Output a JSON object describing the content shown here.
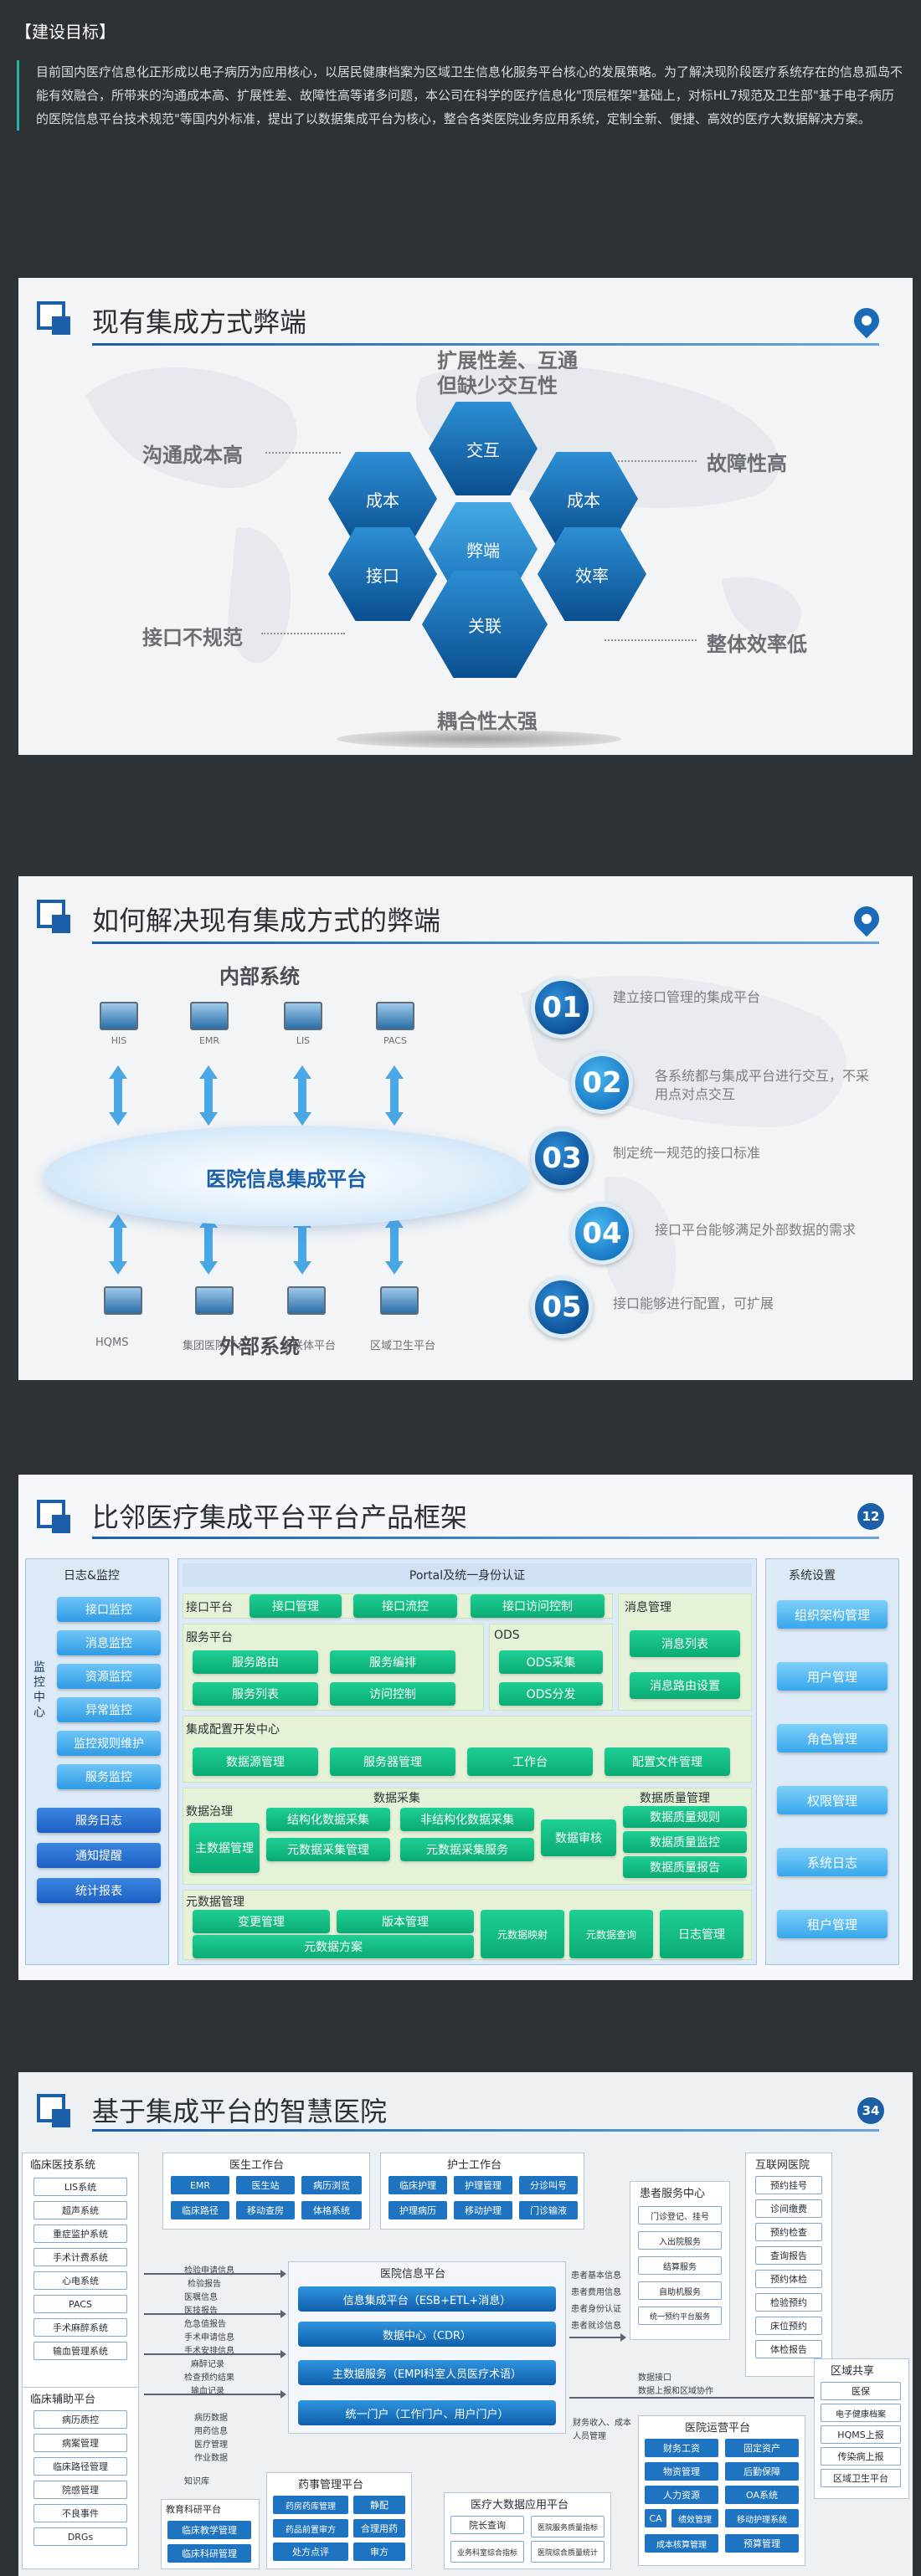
{
  "header": {
    "title": "【建设目标】",
    "intro": "目前国内医疗信息化正形成以电子病历为应用核心，以居民健康档案为区域卫生信息化服务平台核心的发展策略。为了解决现阶段医疗系统存在的信息孤岛不能有效融合，所带来的沟通成本高、扩展性差、故障性高等诸多问题，本公司在科学的医疗信息化\"顶层框架\"基础上，对标HL7规范及卫生部\"基于电子病历的医院信息平台技术规范\"等国内外标准，提出了以数据集成平台为核心，整合各类医院业务应用系统，定制全新、便捷、高效的医疗大数据解决方案。"
  },
  "slide1": {
    "title": "现有集成方式弊端",
    "labels": {
      "top": "扩展性差、互通但缺少交互性",
      "left_top": "沟通成本高",
      "right_top": "故障性高",
      "left_bottom": "接口不规范",
      "right_bottom": "整体效率低",
      "bottom": "耦合性太强"
    },
    "hexes": {
      "top": "交互",
      "left_top": "成本",
      "right_top": "成本",
      "center": "弊端",
      "left_bottom": "接口",
      "right_bottom": "效率",
      "bottom": "关联"
    }
  },
  "slide2": {
    "title": "如何解决现有集成方式的弊端",
    "internal_label": "内部系统",
    "external_label": "外部系统",
    "platform": "医院信息集成平台",
    "internal_systems": [
      "HIS",
      "EMR",
      "LIS",
      "PACS"
    ],
    "external_systems": [
      "HQMS",
      "集团医院平台",
      "医联体平台",
      "区域卫生平台"
    ],
    "steps": [
      {
        "num": "01",
        "text": "建立接口管理的集成平台"
      },
      {
        "num": "02",
        "text": "各系统都与集成平台进行交互，不采用点对点交互"
      },
      {
        "num": "03",
        "text": "制定统一规范的接口标准"
      },
      {
        "num": "04",
        "text": "接口平台能够满足外部数据的需求"
      },
      {
        "num": "05",
        "text": "接口能够进行配置，可扩展"
      }
    ]
  },
  "slide3": {
    "title": "比邻医疗集成平台平台产品框架",
    "page": "12",
    "left_panel": {
      "title": "日志&监控",
      "vertical": "监控中心",
      "items": [
        "接口监控",
        "消息监控",
        "资源监控",
        "异常监控",
        "监控规则维护",
        "服务监控"
      ],
      "logs": [
        "服务日志",
        "通知提醒",
        "统计报表"
      ]
    },
    "portal": "Portal及统一身份认证",
    "interface_platform": {
      "title": "接口平台",
      "items": [
        "接口管理",
        "接口流控",
        "接口访问控制"
      ]
    },
    "message_mgmt": {
      "title": "消息管理",
      "items": [
        "消息列表",
        "消息路由设置"
      ]
    },
    "service_platform": {
      "title": "服务平台",
      "items": [
        "服务路由",
        "服务编排",
        "服务列表",
        "访问控制"
      ]
    },
    "ods": {
      "title": "ODS",
      "items": [
        "ODS采集",
        "ODS分发"
      ]
    },
    "integration_dev": {
      "title": "集成配置开发中心",
      "items": [
        "数据源管理",
        "服务器管理",
        "工作台",
        "配置文件管理"
      ]
    },
    "data_collection": "数据采集",
    "data_governance": {
      "title": "数据治理",
      "main": "主数据管理",
      "items": [
        "结构化数据采集",
        "非结构化数据采集",
        "元数据采集管理",
        "元数据采集服务"
      ],
      "audit": "数据审核"
    },
    "data_quality": {
      "title": "数据质量管理",
      "items": [
        "数据质量规则",
        "数据质量监控",
        "数据质量报告"
      ]
    },
    "metadata": {
      "title": "元数据管理",
      "items": [
        "变更管理",
        "版本管理",
        "元数据方案",
        "元数据映射",
        "元数据查询",
        "日志管理"
      ]
    },
    "settings": {
      "title": "系统设置",
      "items": [
        "组织架构管理",
        "用户管理",
        "角色管理",
        "权限管理",
        "系统日志",
        "租户管理"
      ]
    }
  },
  "slide4": {
    "title": "基于集成平台的智慧医院",
    "page": "34",
    "clinical": {
      "title": "临床医技系统",
      "items": [
        "LIS系统",
        "超声系统",
        "重症监护系统",
        "手术计费系统",
        "心电系统",
        "PACS",
        "手术麻醉系统",
        "输血管理系统"
      ]
    },
    "clinical_aux": {
      "title": "临床辅助平台",
      "items": [
        "病历质控",
        "病案管理",
        "临床路径管理",
        "院感管理",
        "不良事件",
        "DRGs"
      ]
    },
    "doctor": {
      "title": "医生工作台",
      "items": [
        "EMR",
        "医生站",
        "病历浏览",
        "临床路径",
        "移动查房",
        "体格系统"
      ]
    },
    "nurse": {
      "title": "护士工作台",
      "items": [
        "临床护理",
        "护理管理",
        "分诊叫号",
        "护理病历",
        "移动护理",
        "门诊输液"
      ]
    },
    "patient": {
      "title": "患者服务中心",
      "items": [
        "门诊登记、挂号",
        "入出院服务",
        "结算服务",
        "自助机服务",
        "统一预约平台服务"
      ]
    },
    "internet": {
      "title": "互联网医院",
      "items": [
        "预约挂号",
        "诊间缴费",
        "预约检查",
        "查询报告",
        "预约体检",
        "检验预约",
        "床位预约",
        "体检报告"
      ]
    },
    "platform": {
      "title": "医院信息平台",
      "items": [
        "信息集成平台（ESB+ETL+消息）",
        "数据中心（CDR）",
        "主数据服务（EMPI科室人员医疗术语）",
        "统一门户（工作门户、用户门户）"
      ]
    },
    "region": {
      "title": "区域共享",
      "items": [
        "医保",
        "电子健康档案",
        "HQMS上报",
        "传染病上报",
        "区域卫生平台"
      ]
    },
    "operation": {
      "title": "医院运营平台",
      "items": [
        "财务工资",
        "固定资产",
        "物资管理",
        "后勤保障",
        "人力资源",
        "OA系统",
        "CA",
        "绩效管理",
        "移动护理系统",
        "成本核算管理",
        "预算管理"
      ]
    },
    "drug": {
      "title": "药事管理平台",
      "items": [
        "药房药库管理",
        "静配",
        "药品前置审方",
        "合理用药",
        "处方点评",
        "审方"
      ]
    },
    "edu": {
      "title": "教育科研平台",
      "items": [
        "临床教学管理",
        "临床科研管理"
      ]
    },
    "big_data": {
      "title": "医疗大数据应用平台",
      "items": [
        "院长查询",
        "医院服务质量指标",
        "业务科室综合指标",
        "医院综合质量统计"
      ]
    },
    "flows_left": [
      "检验申请信息",
      "检验报告",
      "医嘱信息",
      "医技报告",
      "危急值报告",
      "手术申请信息",
      "手术安排信息",
      "麻醉记录",
      "检查预约结果",
      "输血记录"
    ],
    "flows_mid": [
      "病历数据",
      "用药信息",
      "医疗管理",
      "作业数据"
    ],
    "flows_right": [
      "患者基本信息",
      "患者费用信息",
      "患者身份认证",
      "患者就诊信息"
    ],
    "flows_region": [
      "数据接口",
      "数据上报和区域协作"
    ],
    "flows_op": [
      "财务收入、成本",
      "人员管理"
    ],
    "knowledge": "知识库"
  }
}
